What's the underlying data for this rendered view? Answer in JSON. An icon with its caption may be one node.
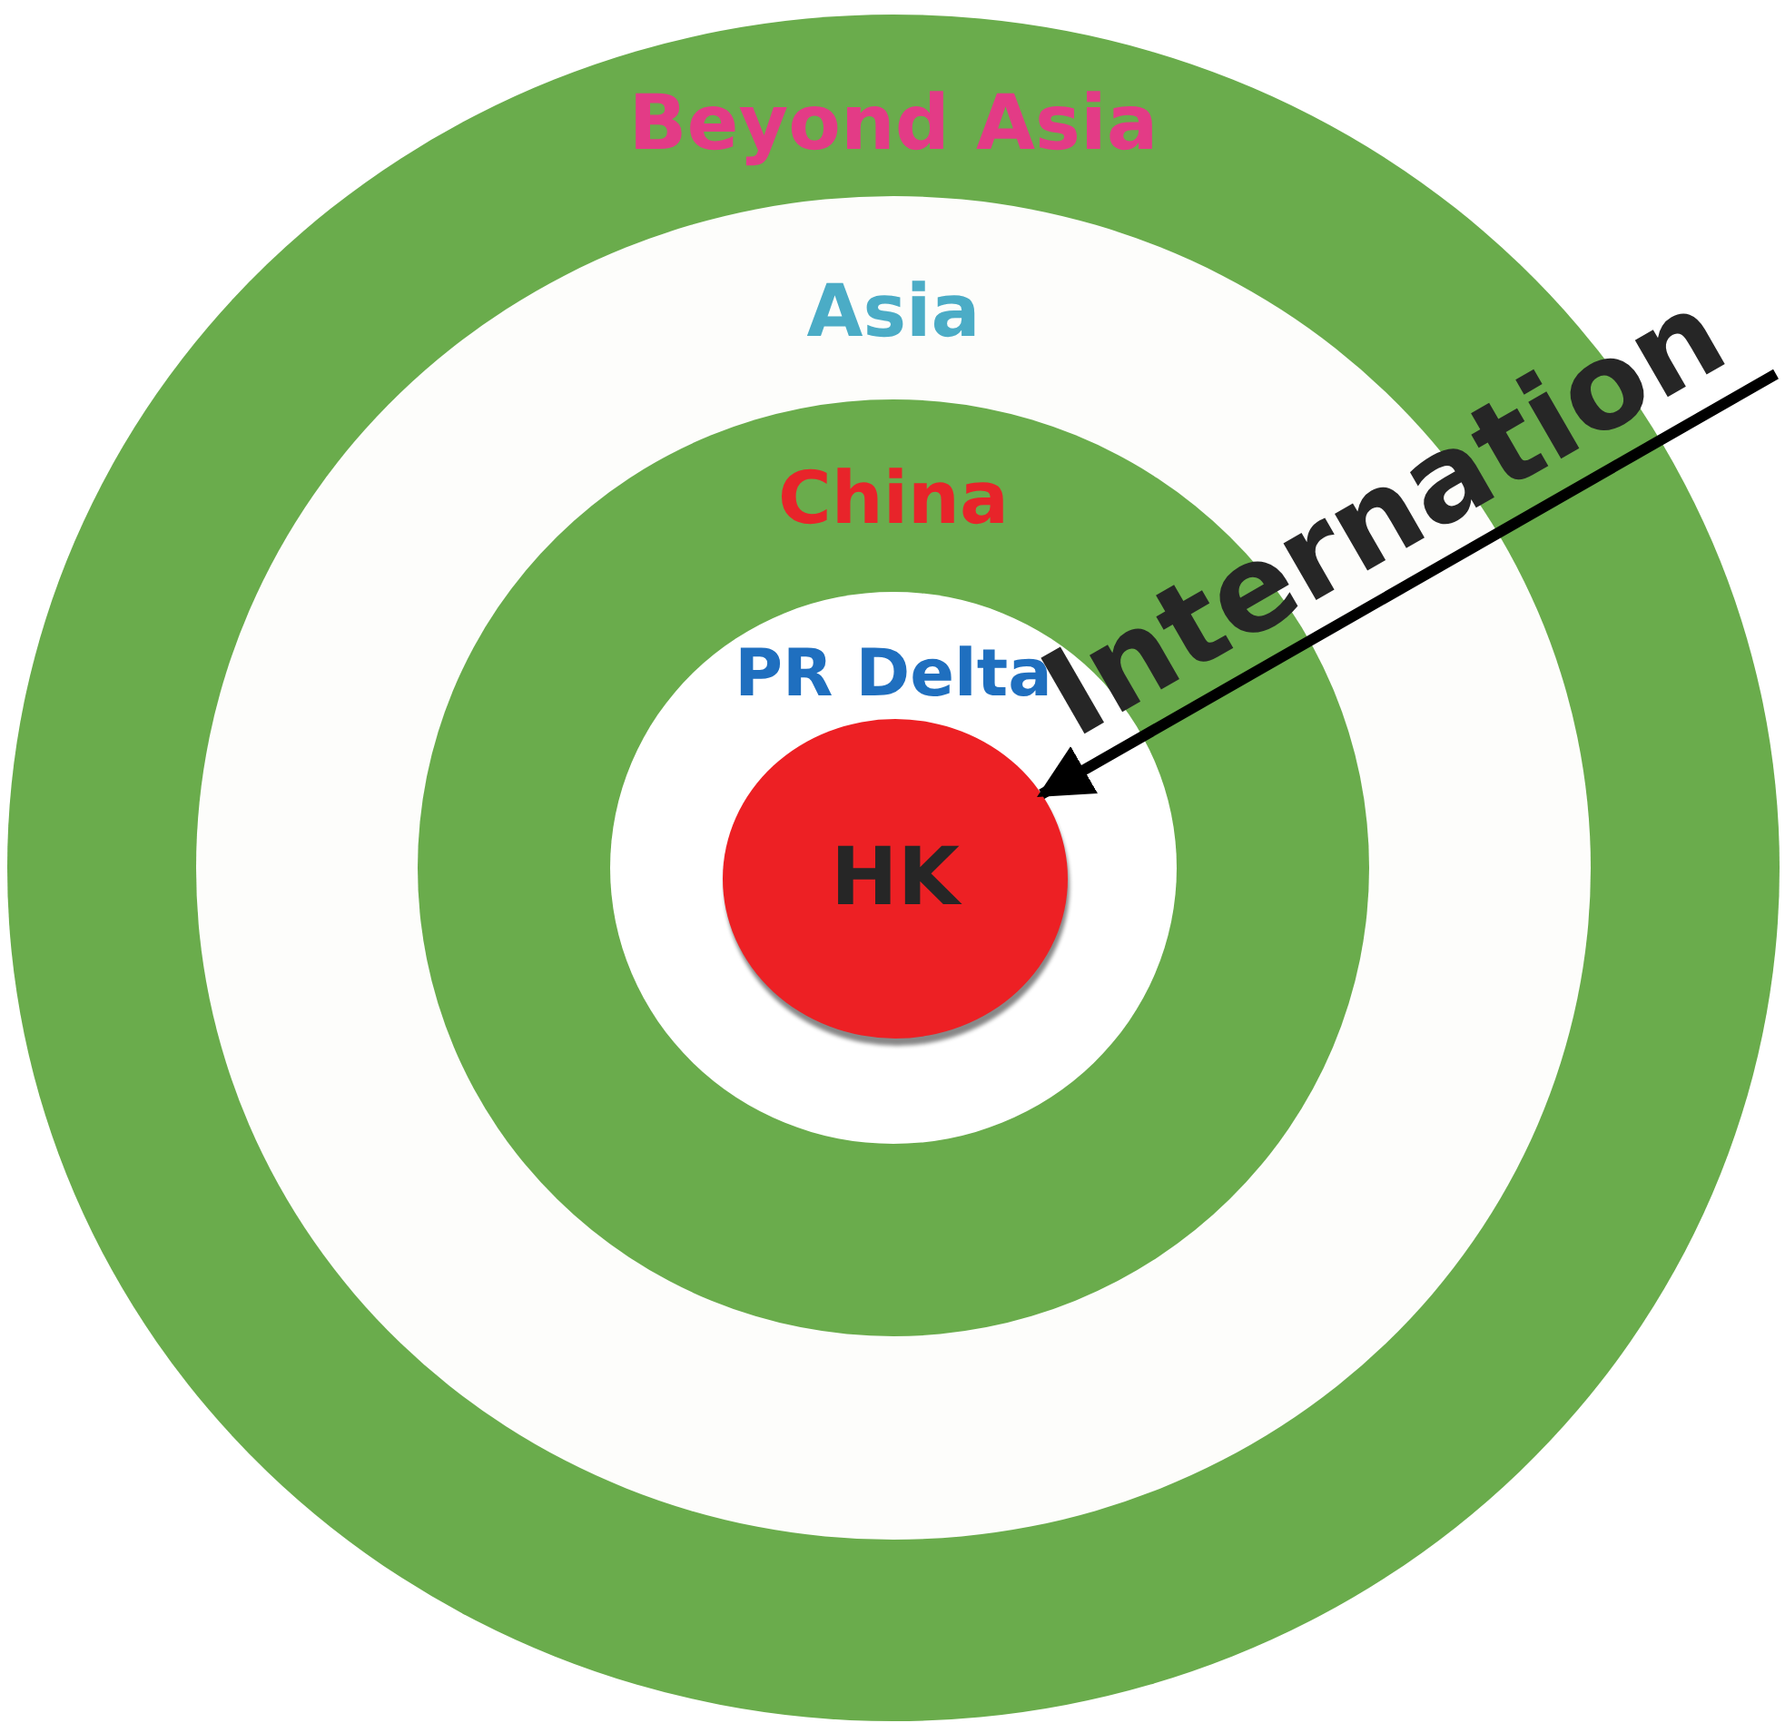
{
  "diagram": {
    "nodes": [
      {
        "text": [
          "Beyond Asia"
        ]
      },
      {
        "text": [
          "Asia"
        ],
        "in": 0
      },
      {
        "text": [
          "China"
        ],
        "in": 1
      },
      {
        "text": [
          "PR Delta"
        ],
        "in": 2
      },
      {
        "text": [
          "HK"
        ],
        "in": 3
      }
    ],
    "edges": [
      {
        "from": null,
        "to": 4,
        "arrow": "to",
        "label": "Internation"
      }
    ]
  }
}
